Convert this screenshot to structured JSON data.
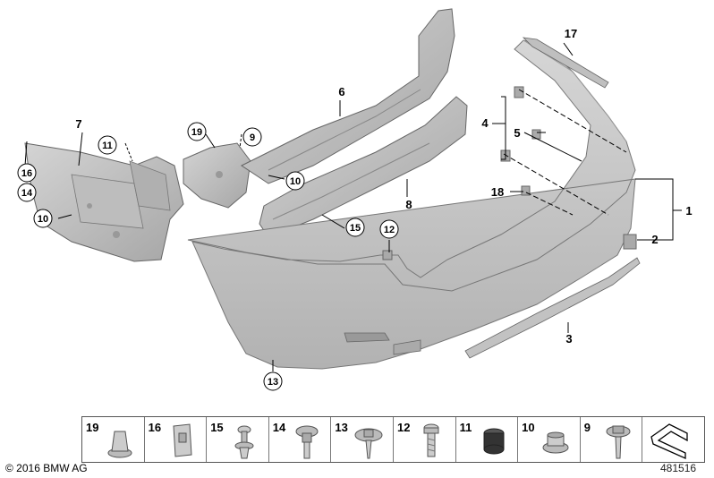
{
  "callouts": {
    "c1": "1",
    "c2": "2",
    "c3": "3",
    "c4": "4",
    "c5": "5",
    "c6": "6",
    "c7": "7",
    "c8": "8",
    "c9": "9",
    "c10a": "10",
    "c10b": "10",
    "c11": "11",
    "c12": "12",
    "c13": "13",
    "c14": "14",
    "c15": "15",
    "c16": "16",
    "c17": "17",
    "c18": "18",
    "c19": "19"
  },
  "parts_bar": [
    "19",
    "16",
    "15",
    "14",
    "13",
    "12",
    "11",
    "10",
    "9"
  ],
  "footer": {
    "copyright": "© 2016 BMW AG",
    "image_number": "481516"
  },
  "colors": {
    "part_fill": "#c9c9c9",
    "part_stroke": "#666666",
    "line": "#000000"
  },
  "icons": {
    "corner": "corner-bracket-icon"
  }
}
